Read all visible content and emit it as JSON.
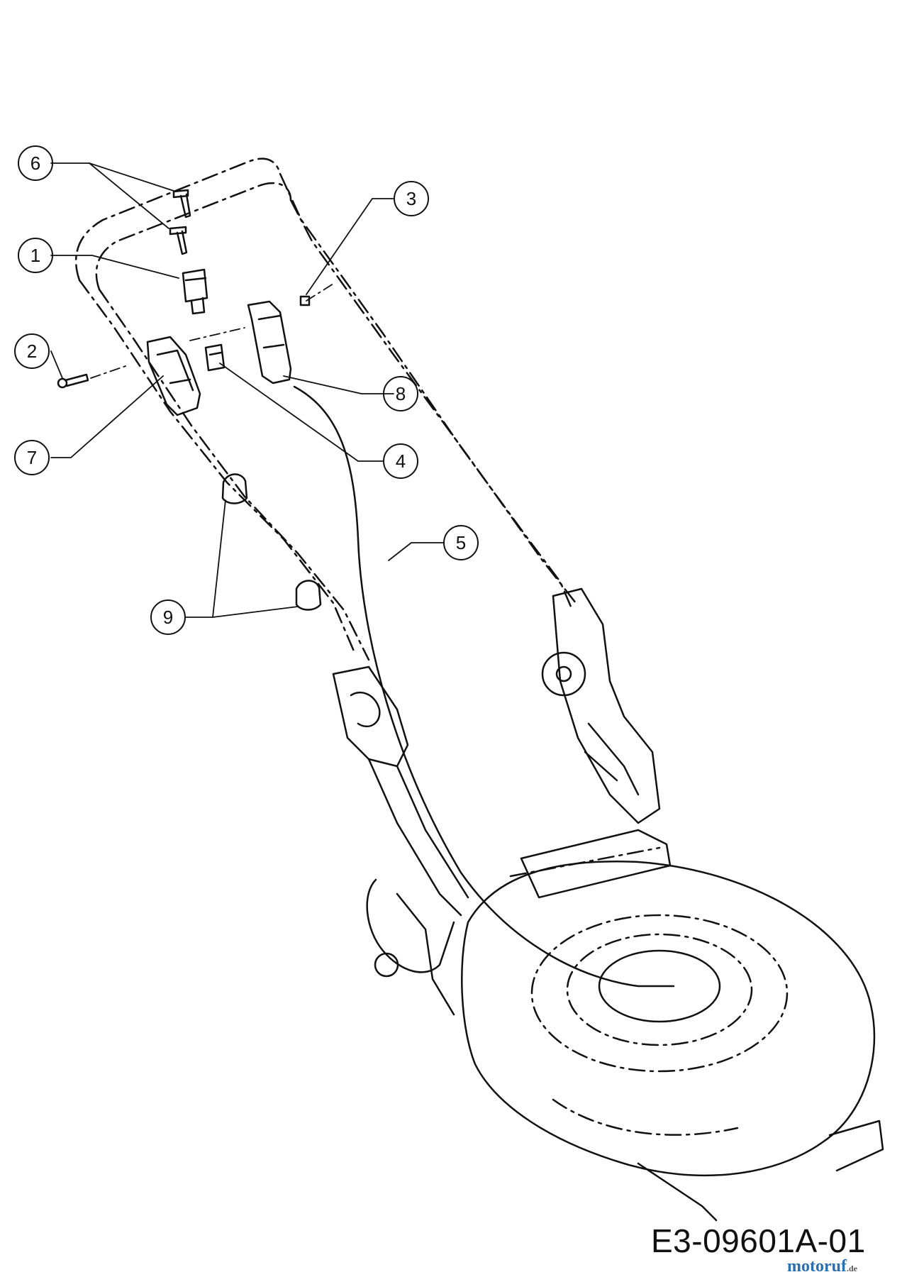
{
  "callouts": [
    {
      "id": "1",
      "label": "1"
    },
    {
      "id": "2",
      "label": "2"
    },
    {
      "id": "3",
      "label": "3"
    },
    {
      "id": "4",
      "label": "4"
    },
    {
      "id": "5",
      "label": "5"
    },
    {
      "id": "6",
      "label": "6"
    },
    {
      "id": "7",
      "label": "7"
    },
    {
      "id": "8",
      "label": "8"
    },
    {
      "id": "9",
      "label": "9"
    }
  ],
  "drawing_code": "E3-09601A-01",
  "watermark": {
    "brand": "motoruf",
    "tld": ".de"
  },
  "colors": {
    "line": "#111111",
    "background": "#ffffff"
  }
}
